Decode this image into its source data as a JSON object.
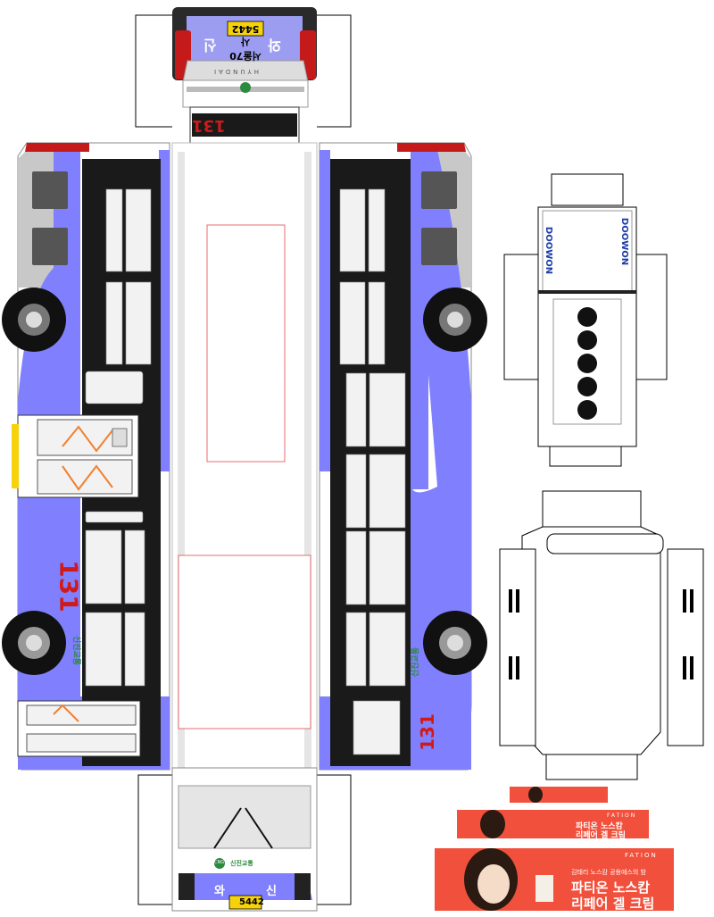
{
  "bus": {
    "route_number": "131",
    "plate_region": "서울70사",
    "plate_number": "5442",
    "plate_small": "서울70 사5442",
    "front_dest_left": "와",
    "front_dest_right": "신",
    "rear_dest_left": "신",
    "rear_dest_right": "와",
    "company_logo_text": "CNG",
    "company_name": "신진교통",
    "roof_brand": "DOOWON",
    "maker": "HYUNDAI"
  },
  "ads": {
    "brand": "FATION",
    "line1": "파티온 노스캄",
    "line2": "리페어 겔 크림",
    "tagline": "김태리 노스캄 공용에스의 밤"
  },
  "colors": {
    "accent": "#8080ff",
    "accent_light": "#b4b4ff",
    "window": "#f2f2f2",
    "body": "#ffffff",
    "frame": "#1a1a1a",
    "route_red": "#d01a1a",
    "ad_red": "#f0503c"
  }
}
